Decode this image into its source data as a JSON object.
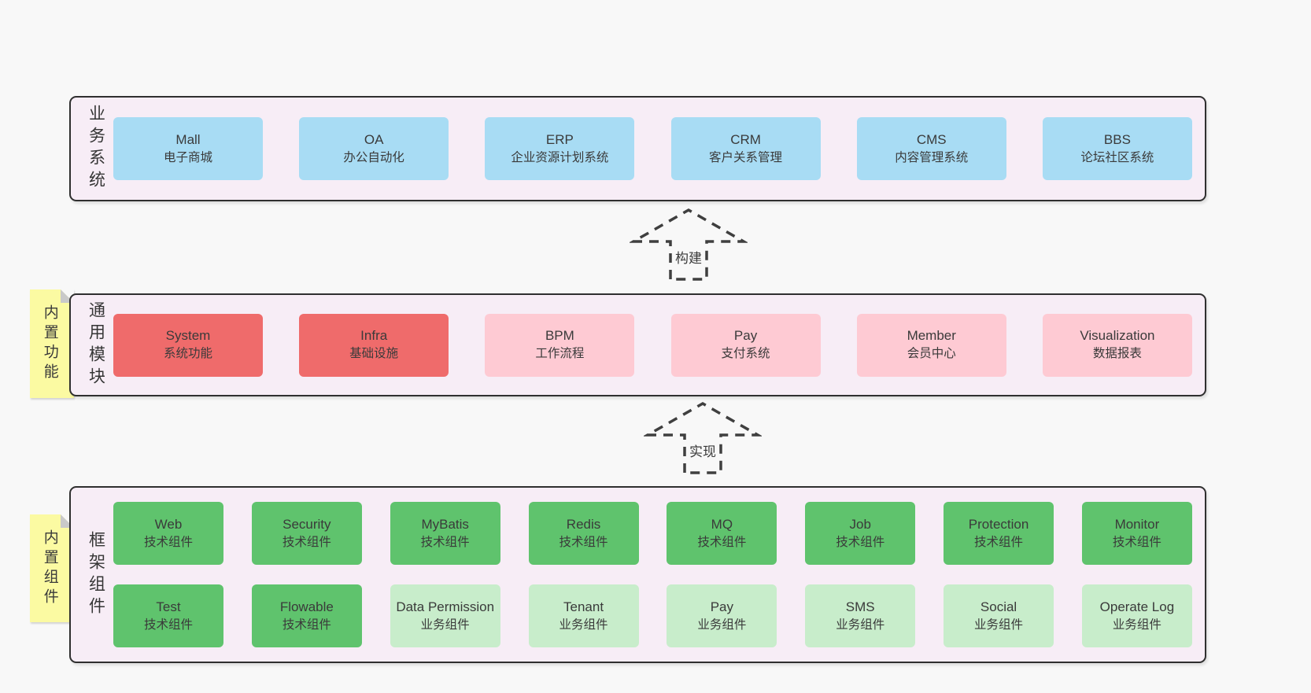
{
  "colors": {
    "page_background": "#f8f8f8",
    "band_background": "#f7edf6",
    "band_border": "#2f2f2f",
    "blue_box": "#a8dcf4",
    "red_box": "#ef6b6b",
    "pink_box": "#fecad3",
    "green_dark_box": "#5fc36d",
    "green_light_box": "#c8edcb",
    "sticky_yellow": "#fbfaa2",
    "text": "#3a3a3a"
  },
  "arrows": [
    {
      "label": "构建"
    },
    {
      "label": "实现"
    }
  ],
  "bands": [
    {
      "label": "业务系统",
      "boxes": [
        {
          "name": "Mall",
          "subtitle": "电子商城"
        },
        {
          "name": "OA",
          "subtitle": "办公自动化"
        },
        {
          "name": "ERP",
          "subtitle": "企业资源计划系统"
        },
        {
          "name": "CRM",
          "subtitle": "客户关系管理"
        },
        {
          "name": "CMS",
          "subtitle": "内容管理系统"
        },
        {
          "name": "BBS",
          "subtitle": "论坛社区系统"
        }
      ]
    },
    {
      "label": "通用模块",
      "sticky": "内置功能",
      "boxes": [
        {
          "name": "System",
          "subtitle": "系统功能"
        },
        {
          "name": "Infra",
          "subtitle": "基础设施"
        },
        {
          "name": "BPM",
          "subtitle": "工作流程"
        },
        {
          "name": "Pay",
          "subtitle": "支付系统"
        },
        {
          "name": "Member",
          "subtitle": "会员中心"
        },
        {
          "name": "Visualization",
          "subtitle": "数据报表"
        }
      ]
    },
    {
      "label": "框架组件",
      "sticky": "内置组件",
      "rows": [
        [
          {
            "name": "Web",
            "subtitle": "技术组件"
          },
          {
            "name": "Security",
            "subtitle": "技术组件"
          },
          {
            "name": "MyBatis",
            "subtitle": "技术组件"
          },
          {
            "name": "Redis",
            "subtitle": "技术组件"
          },
          {
            "name": "MQ",
            "subtitle": "技术组件"
          },
          {
            "name": "Job",
            "subtitle": "技术组件"
          },
          {
            "name": "Protection",
            "subtitle": "技术组件"
          },
          {
            "name": "Monitor",
            "subtitle": "技术组件"
          }
        ],
        [
          {
            "name": "Test",
            "subtitle": "技术组件"
          },
          {
            "name": "Flowable",
            "subtitle": "技术组件"
          },
          {
            "name": "Data Permission",
            "subtitle": "业务组件"
          },
          {
            "name": "Tenant",
            "subtitle": "业务组件"
          },
          {
            "name": "Pay",
            "subtitle": "业务组件"
          },
          {
            "name": "SMS",
            "subtitle": "业务组件"
          },
          {
            "name": "Social",
            "subtitle": "业务组件"
          },
          {
            "name": "Operate Log",
            "subtitle": "业务组件"
          }
        ]
      ]
    }
  ]
}
